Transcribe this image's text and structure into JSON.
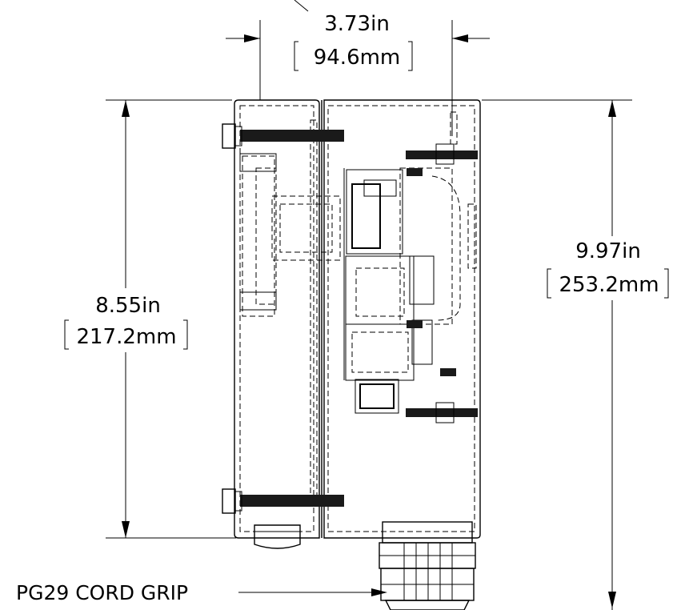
{
  "dimensions": {
    "top_width": {
      "imperial": "3.73in",
      "metric": "94.6mm"
    },
    "left_height": {
      "imperial": "8.55in",
      "metric": "217.2mm"
    },
    "right_height": {
      "imperial": "9.97in",
      "metric": "253.2mm"
    }
  },
  "callouts": {
    "cord_grip": "PG29 CORD GRIP"
  },
  "colors": {
    "line": "#000000",
    "background": "#ffffff"
  }
}
